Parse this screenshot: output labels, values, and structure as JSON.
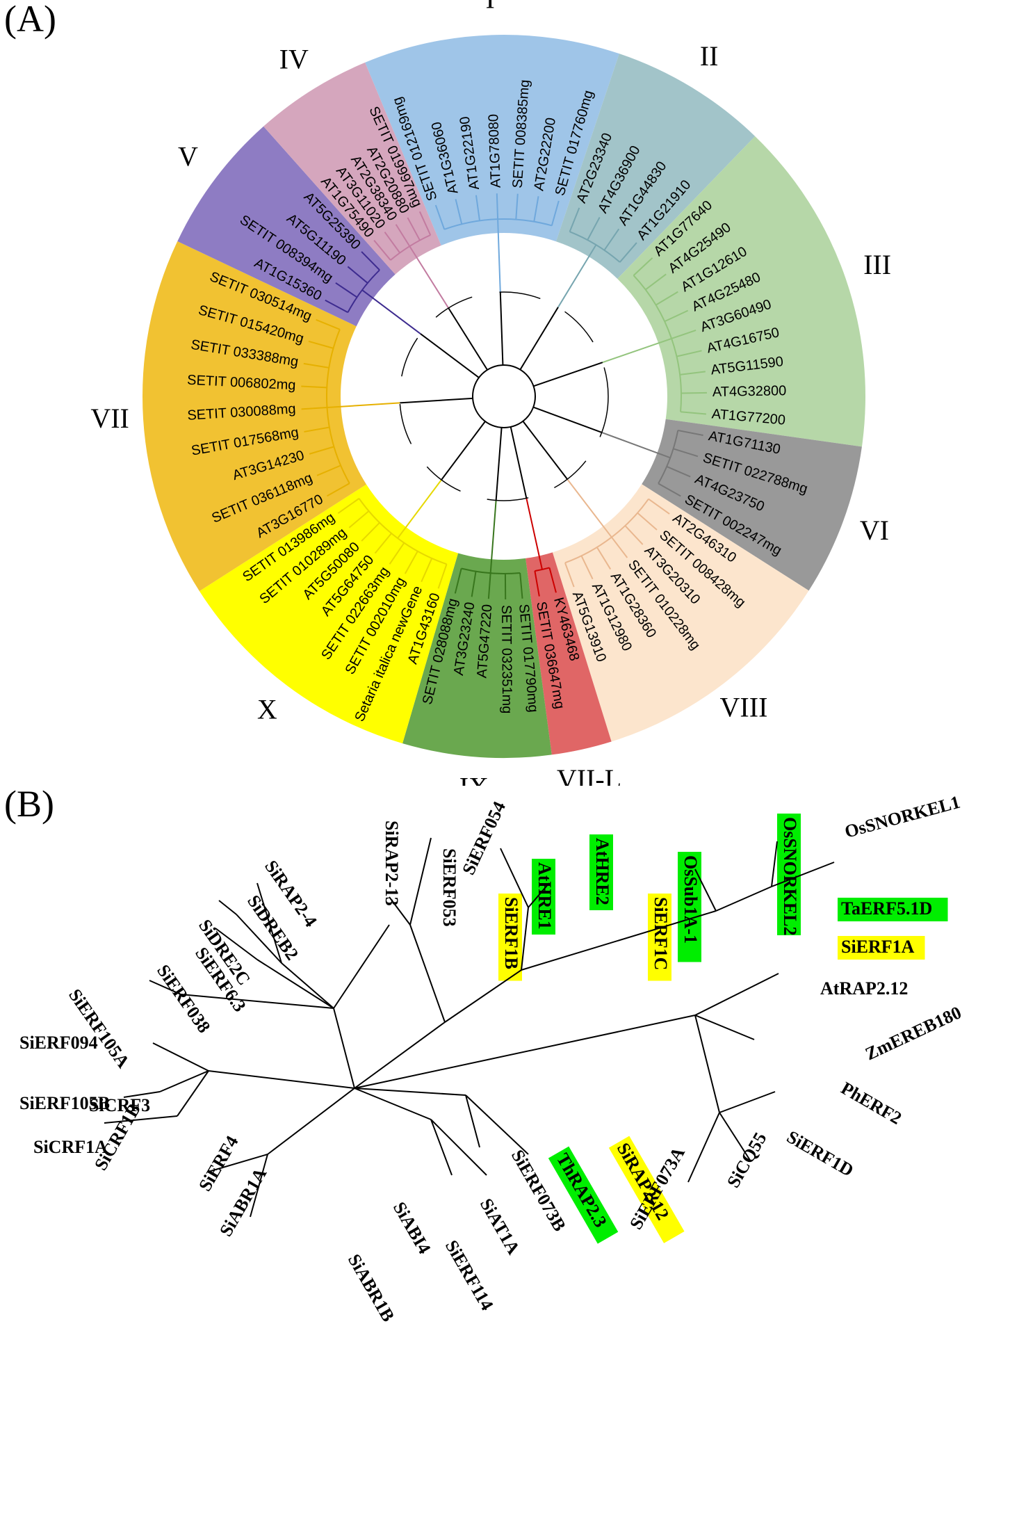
{
  "panels": {
    "a": "(A)",
    "b": "(B)"
  },
  "panel_a": {
    "clades": [
      {
        "label": "I",
        "color": "#9fc5e8"
      },
      {
        "label": "II",
        "color": "#a2c4c9"
      },
      {
        "label": "III",
        "color": "#b6d7a8"
      },
      {
        "label": "VI",
        "color": "#999999"
      },
      {
        "label": "VIII",
        "color": "#fce5cd"
      },
      {
        "label": "VII-L",
        "color": "#e06666"
      },
      {
        "label": "IX",
        "color": "#6aa84f"
      },
      {
        "label": "X",
        "color": "#ffff00"
      },
      {
        "label": "VII",
        "color": "#f1c232"
      },
      {
        "label": "V",
        "color": "#8e7cc3"
      },
      {
        "label": "IV",
        "color": "#d5a6bd"
      }
    ],
    "leaves": [
      "SETIT 012169mg",
      "AT1G36060",
      "AT1G22190",
      "AT1G78080",
      "SETIT 008385mg",
      "AT2G22200",
      "SETIT 017760mg",
      "AT2G23340",
      "AT4G36900",
      "AT1G44830",
      "AT1G21910",
      "AT1G77640",
      "AT4G25490",
      "AT1G12610",
      "AT4G25480",
      "AT3G60490",
      "AT4G16750",
      "AT5G11590",
      "AT4G32800",
      "AT1G77200",
      "AT1G71130",
      "SETIT 022788mg",
      "AT4G23750",
      "SETIT 002247mg",
      "AT2G46310",
      "SETIT 008428mg",
      "AT3G20310",
      "SETIT 010228mg",
      "AT1G28360",
      "AT1G12980",
      "AT5G13910",
      "KY463468",
      "SETIT 036647mg",
      "SETIT 017790mg",
      "SETIT 032351mg",
      "AT5G47220",
      "AT3G23240",
      "SETIT 028088mg",
      "AT1G43160",
      "Setaria italica newGene",
      "SETIT 002010mg",
      "SETIT 022663mg",
      "AT5G64750",
      "AT5G50080",
      "SETIT 010289mg",
      "SETIT 013986mg",
      "AT3G16770",
      "SETIT 036118mg",
      "AT3G14230",
      "SETIT 017568mg",
      "SETIT 030088mg",
      "SETIT 006802mg",
      "SETIT 033388mg",
      "SETIT 015420mg",
      "SETIT 030514mg",
      "AT1G15360",
      "SETIT 008394mg",
      "AT5G11190",
      "AT5G25390",
      "AT1G75490",
      "AT3G11020",
      "AT2G38340",
      "AT2G20880",
      "SETIT 019997mg"
    ]
  },
  "panel_b": {
    "leaves": [
      {
        "text": "OsSNORKEL2",
        "highlight": "#00ee00"
      },
      {
        "text": "OsSub1A-1",
        "highlight": "#00ee00"
      },
      {
        "text": "SiERF1C",
        "highlight": "#ffff00"
      },
      {
        "text": "AtHRE2",
        "highlight": "#00ee00"
      },
      {
        "text": "AtHRE1",
        "highlight": "#00ee00"
      },
      {
        "text": "SiERF1B",
        "highlight": "#ffff00"
      },
      {
        "text": "SiERF054",
        "highlight": ""
      },
      {
        "text": "SiERF053",
        "highlight": ""
      },
      {
        "text": "SiRAP2-13",
        "highlight": ""
      },
      {
        "text": "SiRAP2-4",
        "highlight": ""
      },
      {
        "text": "SiDREB2",
        "highlight": ""
      },
      {
        "text": "SiDRE2C",
        "highlight": ""
      },
      {
        "text": "SiERF6.3",
        "highlight": ""
      },
      {
        "text": "SiERF038",
        "highlight": ""
      },
      {
        "text": "SiERF105A",
        "highlight": ""
      },
      {
        "text": "SiERF094",
        "highlight": ""
      },
      {
        "text": "SiERF105B",
        "highlight": ""
      },
      {
        "text": "SiCRF3",
        "highlight": ""
      },
      {
        "text": "SiCRF1A",
        "highlight": ""
      },
      {
        "text": "SiCRF1B",
        "highlight": ""
      },
      {
        "text": "SiERF4",
        "highlight": ""
      },
      {
        "text": "SiABR1A",
        "highlight": ""
      },
      {
        "text": "SiABR1B",
        "highlight": ""
      },
      {
        "text": "SiABI4",
        "highlight": ""
      },
      {
        "text": "SiERF114",
        "highlight": ""
      },
      {
        "text": "SiAT1A",
        "highlight": ""
      },
      {
        "text": "SiERF073B",
        "highlight": ""
      },
      {
        "text": "ThRAP2.3",
        "highlight": "#00ee00"
      },
      {
        "text": "SiRAP2-12",
        "highlight": "#ffff00"
      },
      {
        "text": "SiERF073A",
        "highlight": ""
      },
      {
        "text": "SiCQ55",
        "highlight": ""
      },
      {
        "text": "SiERF1D",
        "highlight": ""
      },
      {
        "text": "PhERF2",
        "highlight": ""
      },
      {
        "text": "ZmEREB180",
        "highlight": ""
      },
      {
        "text": "AtRAP2.12",
        "highlight": ""
      },
      {
        "text": "SiERF1A",
        "highlight": "#ffff00"
      },
      {
        "text": "TaERF5.1D",
        "highlight": "#00ee00"
      },
      {
        "text": "OsSNORKEL1",
        "highlight": ""
      }
    ]
  }
}
